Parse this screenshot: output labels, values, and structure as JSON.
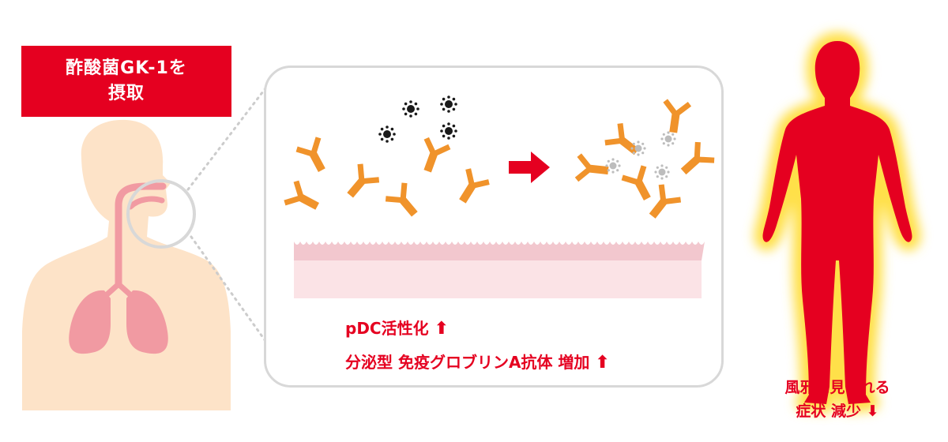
{
  "intake": {
    "line1": "酢酸菌GK-1を",
    "line2": "摂取"
  },
  "effects": {
    "pdc_text": "pDC活性化",
    "pdc_arrow": "⬆",
    "iga_text": "分泌型 免疫グロブリンA抗体 増加",
    "iga_arrow": "⬆"
  },
  "result": {
    "line1": "風邪に見られる",
    "line2_text": "症状 減少",
    "line2_arrow": "⬇"
  },
  "colors": {
    "accent_red": "#e50020",
    "antibody_orange": "#f0932b",
    "skin": "#fde3c8",
    "lung_pink": "#f19aa2",
    "mucosa_pink": "#f6d3d8",
    "glow_yellow": "#ffe04a",
    "virus_dark": "#1a1a1a",
    "virus_gray": "#bdbdbd"
  }
}
